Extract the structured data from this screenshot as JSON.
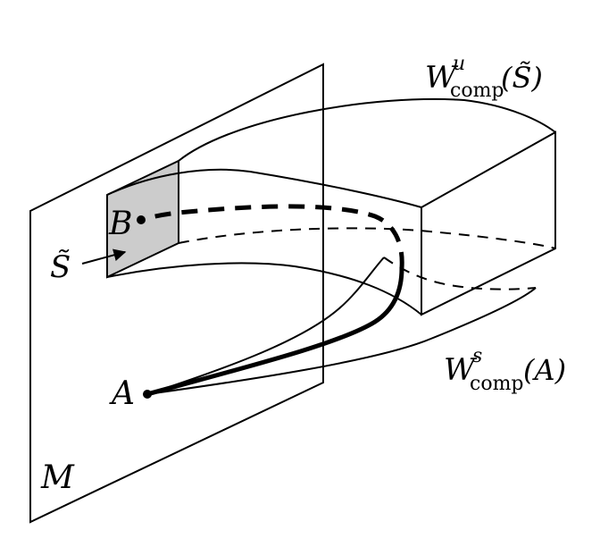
{
  "diagram": {
    "labels": {
      "wu_main": "W",
      "wu_sup": "u",
      "wu_sub": "comp",
      "wu_arg": "(S̃)",
      "ws_main": "W",
      "ws_sup": "s",
      "ws_sub": "comp",
      "ws_arg": "(A)",
      "b": "B",
      "a": "A",
      "s_tilde": "S̃",
      "m": "M"
    },
    "colors": {
      "ink": "#000000",
      "section_fill": "#cccccc",
      "background": "#ffffff"
    }
  }
}
